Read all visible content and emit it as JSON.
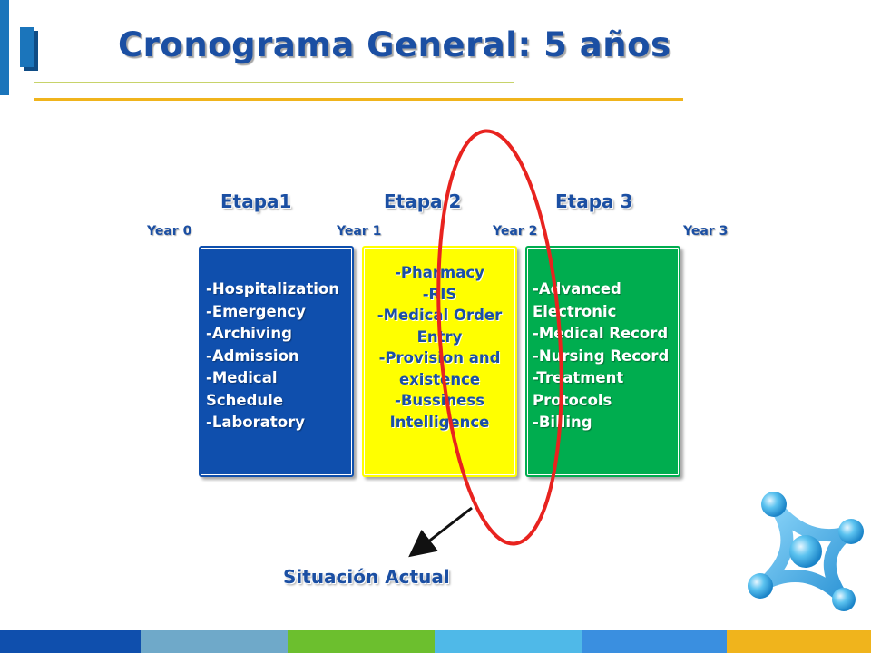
{
  "slide": {
    "title": "Cronograma General: 5 años",
    "caption": "Situación Actual"
  },
  "stages": [
    {
      "label": "Etapa1"
    },
    {
      "label": "Etapa 2"
    },
    {
      "label": "Etapa 3"
    }
  ],
  "years": [
    {
      "label": "Year  0"
    },
    {
      "label": "Year 1"
    },
    {
      "label": "Year 2"
    },
    {
      "label": "Year 3"
    }
  ],
  "boxes": {
    "blue": {
      "color": "#0f4fad",
      "items": [
        "-Hospitalization",
        "-Emergency",
        "-Archiving",
        "-Admission",
        "-Medical",
        "Schedule",
        "-Laboratory"
      ]
    },
    "yellow": {
      "color": "#ffff00",
      "items": [
        "-Pharmacy",
        "-RIS",
        "-Medical Order",
        "Entry",
        "-Provision and",
        "existence",
        "-Bussiness",
        "Intelligence"
      ]
    },
    "green": {
      "color": "#00ad4f",
      "items": [
        "-Advanced",
        "Electronic",
        "-Medical Record",
        "-Nursing Record",
        "-Treatment",
        "Protocols",
        "-Billing"
      ]
    }
  },
  "colors": {
    "title": "#1b4fa3",
    "highlight_ellipse": "#e8231f",
    "rule_gold": "#f0b41c",
    "footer": [
      "#0f4fad",
      "#6fa9c9",
      "#6cbf2e",
      "#9fd22b",
      "#4fb9e8",
      "#3a8fe0",
      "#f0b41c"
    ]
  },
  "icons": {
    "logo": "blue-cross-molecule-icon",
    "arrow": "arrow-down-left-icon"
  }
}
